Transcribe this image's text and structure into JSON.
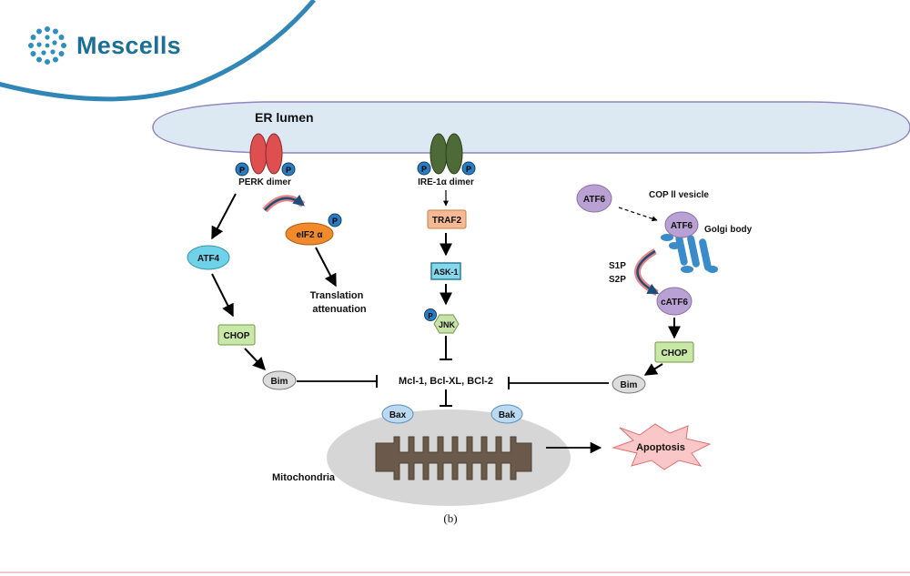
{
  "brand": {
    "name": "Mescells",
    "logo_icon": "cell-cluster-icon",
    "color": "#1c6f97"
  },
  "diagram": {
    "er_lumen": "ER lumen",
    "perk": {
      "label": "PERK dimer",
      "phospho": "P"
    },
    "eif2a": {
      "label": "eIF2 α",
      "phospho": "P"
    },
    "atf4": "ATF4",
    "translation": {
      "line1": "Translation",
      "line2": "attenuation"
    },
    "chop_left": "CHOP",
    "bim_left": "Bim",
    "ire1": {
      "label": "IRE-1α dimer",
      "phospho": "P"
    },
    "traf2": "TRAF2",
    "ask1": "ASK-1",
    "jnk": {
      "label": "JNK",
      "phospho": "P"
    },
    "mcl": "Mcl-1, Bcl-XL, BCl-2",
    "bax": "Bax",
    "bak": "Bak",
    "mitochondria": "Mitochondria",
    "apoptosis": "Apoptosis",
    "atf6_free": "ATF6",
    "cop": "COP ll vesicle",
    "atf6_golgi": "ATF6",
    "golgi": "Golgi body",
    "s1p": "S1P",
    "s2p": "S2P",
    "catf6": "cATF6",
    "chop_right": "CHOP",
    "bim_right": "Bim",
    "panel": "(b)"
  },
  "colors": {
    "perk": "#de4f4f",
    "ire1": "#4e6b37",
    "phospho": "#2a7cc0",
    "eif2a": "#f08a2a",
    "atf4": "#6fd2e8",
    "chop": "#c9e7a6",
    "traf2": "#f5b994",
    "ask1": "#86d7e9",
    "atf6": "#b9a2d3",
    "golgi": "#3a8bc9",
    "apoptosis": "#f9c7c7",
    "mito_bg": "#d6d6d6",
    "er": "#dce9f3"
  }
}
